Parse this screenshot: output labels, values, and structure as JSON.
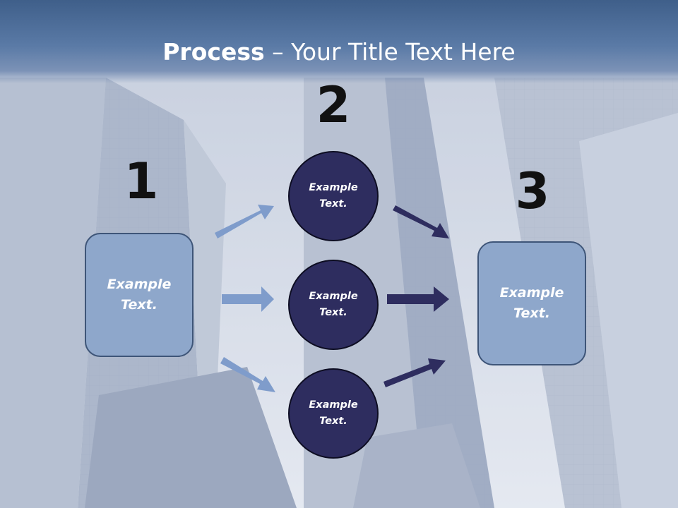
{
  "title": {
    "bold": "Process",
    "rest": " – Your Title Text Here"
  },
  "colors": {
    "box_fill": "#8ea7cb",
    "circle_fill": "#2e2d5f",
    "light_arrow": "#7f9ccb",
    "dark_arrow": "#2e2d5f"
  },
  "step1": {
    "number": "1",
    "box_text": "Example Text."
  },
  "step2": {
    "number": "2",
    "circles": [
      {
        "text": "Example Text."
      },
      {
        "text": "Example Text."
      },
      {
        "text": "Example Text."
      }
    ]
  },
  "step3": {
    "number": "3",
    "box_text": "Example Text."
  }
}
